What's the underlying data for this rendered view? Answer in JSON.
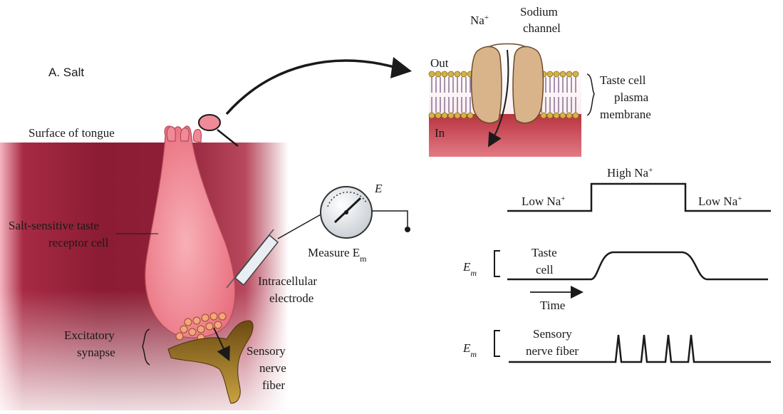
{
  "panel_title": "A. Salt",
  "labels": {
    "surface_of_tongue": "Surface of tongue",
    "receptor_cell_1": "Salt-sensitive taste",
    "receptor_cell_2": "receptor cell",
    "excitatory_synapse_1": "Excitatory",
    "excitatory_synapse_2": "synapse",
    "sensory_nerve_1": "Sensory",
    "sensory_nerve_2": "nerve",
    "sensory_nerve_3": "fiber",
    "intracellular_1": "Intracellular",
    "intracellular_2": "electrode",
    "measure": "Measure E",
    "measure_sub": "m",
    "meter_E": "E"
  },
  "membrane": {
    "na_ion": "Na",
    "na_sup": "+",
    "sodium_1": "Sodium",
    "sodium_2": "channel",
    "out": "Out",
    "in": "In",
    "taste_membrane_1": "Taste cell",
    "taste_membrane_2": "plasma",
    "taste_membrane_3": "membrane"
  },
  "traces": {
    "high_na": "High Na",
    "low_na_left": "Low Na",
    "low_na_right": "Low Na",
    "na_sup": "+",
    "em_main": "E",
    "em_sub": "m",
    "taste_cell_1": "Taste",
    "taste_cell_2": "cell",
    "time": "Time",
    "nerve_1": "Sensory",
    "nerve_2": "nerve fiber"
  },
  "colors": {
    "tissue_dark": "#8e1f36",
    "tissue_light": "#f4b8c2",
    "cell_fill": "#f08a98",
    "membrane_interior": "#c8414f",
    "lipid_head": "#d4b24a",
    "channel": "#d9b48a",
    "nerve": "#a5781f",
    "ink": "#1a1a1a"
  }
}
